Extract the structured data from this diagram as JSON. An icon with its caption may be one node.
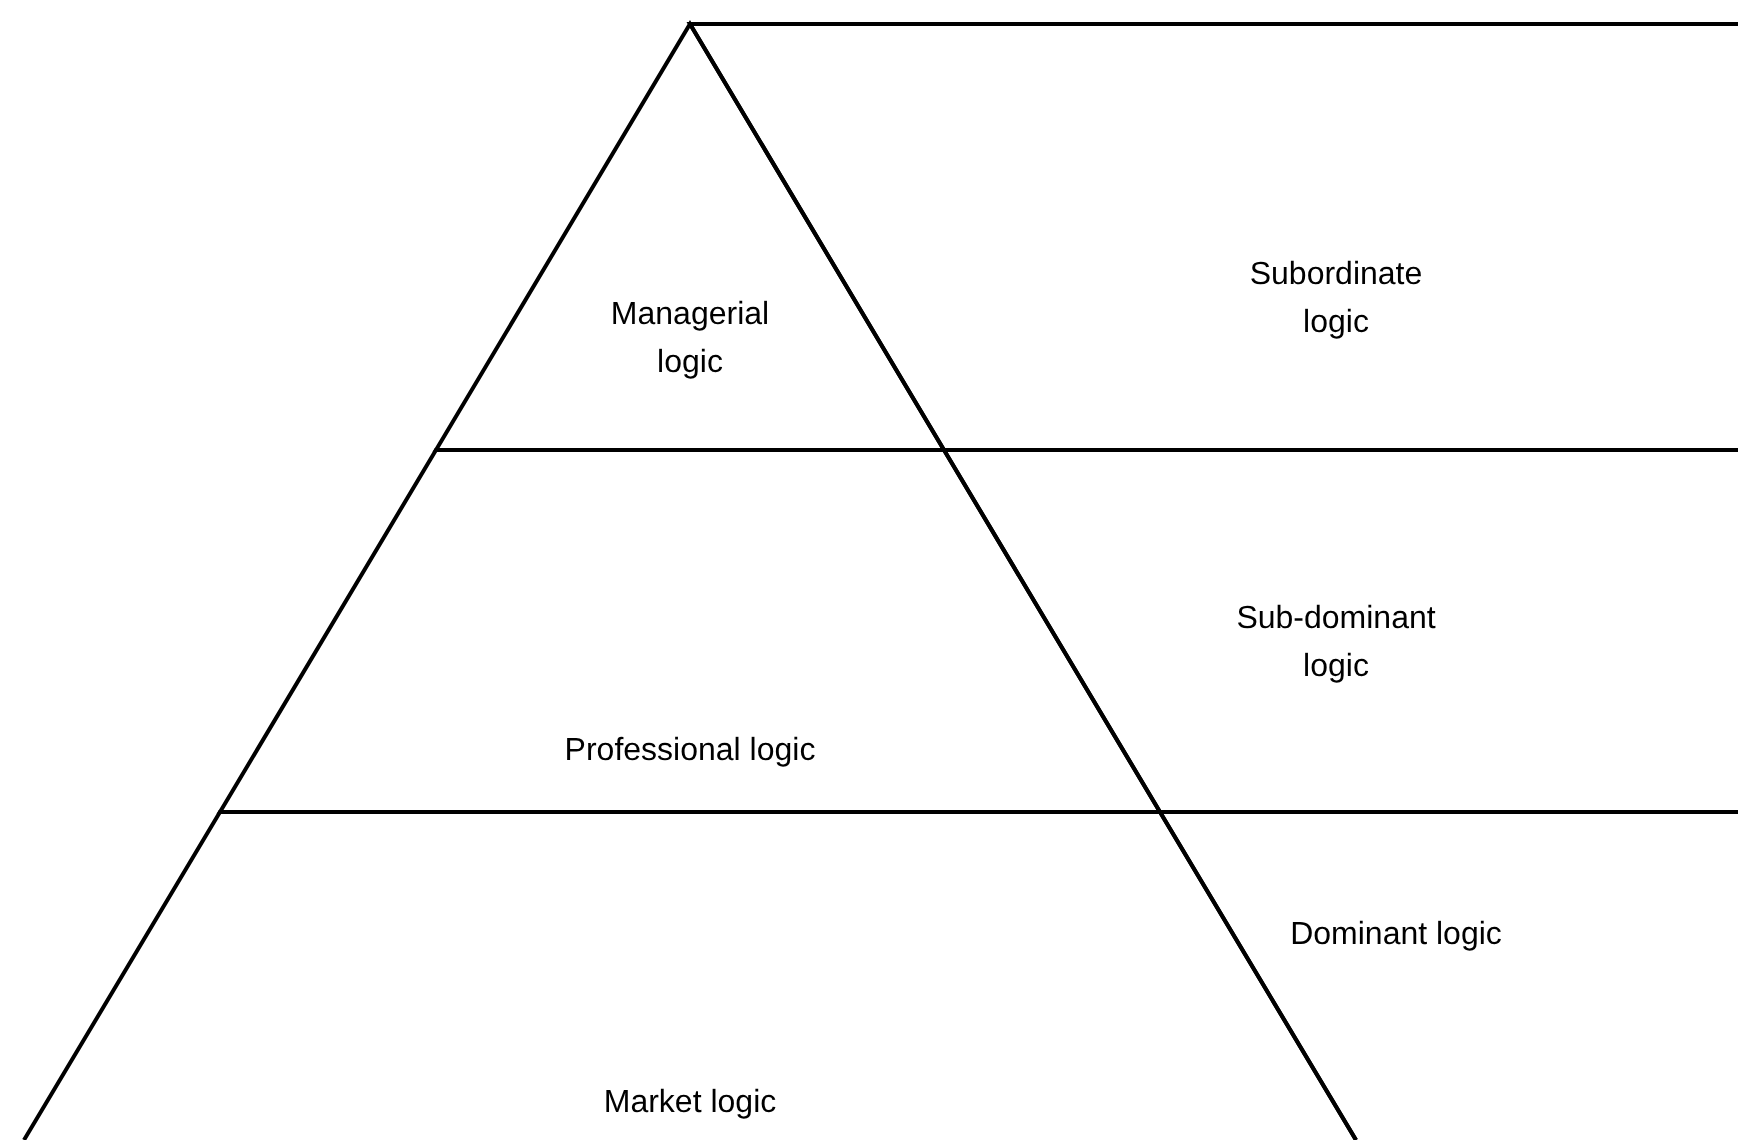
{
  "diagram": {
    "nodes": [
      {
        "text": [
          "Managerial logic"
        ]
      },
      {
        "text": [
          "Professional logic"
        ]
      },
      {
        "text": [
          "Market logic"
        ]
      },
      {
        "text": [
          "Subordinate logic"
        ]
      },
      {
        "text": [
          "Sub-dominant logic"
        ]
      },
      {
        "text": [
          "Dominant logic"
        ]
      }
    ]
  }
}
